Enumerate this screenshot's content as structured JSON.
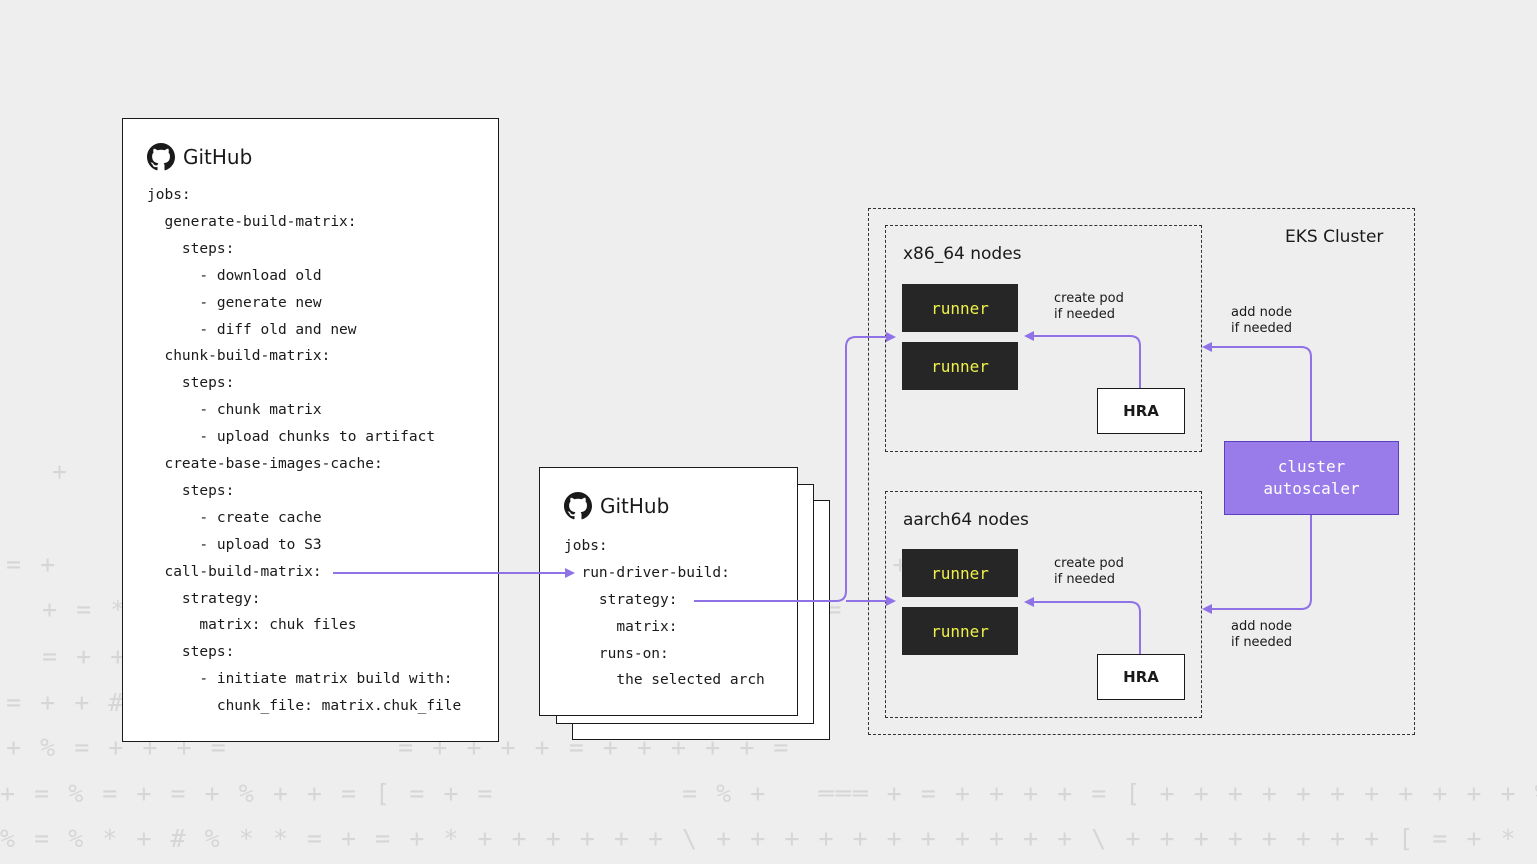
{
  "colors": {
    "background": "#eeeeee",
    "arrow": "#8f72e6",
    "autoscaler_fill": "#9a7bea",
    "runner_fill": "#262626",
    "runner_text": "#f0f04a"
  },
  "workflow_card": {
    "brand": "GitHub",
    "icon": "github-icon",
    "lines": [
      "jobs:",
      "  generate-build-matrix:",
      "    steps:",
      "      - download old",
      "      - generate new",
      "      - diff old and new",
      "  chunk-build-matrix:",
      "    steps:",
      "      - chunk matrix",
      "      - upload chunks to artifact",
      "  create-base-images-cache:",
      "    steps:",
      "      - create cache",
      "      - upload to S3",
      "  call-build-matrix:",
      "    strategy:",
      "      matrix: chuk files",
      "    steps:",
      "      - initiate matrix build with:",
      "        chunk_file: matrix.chuk_file"
    ]
  },
  "driver_card": {
    "brand": "GitHub",
    "icon": "github-icon",
    "lines": [
      "jobs:",
      "  run-driver-build:",
      "    strategy:",
      "      matrix:",
      "    runs-on:",
      "      the selected arch"
    ]
  },
  "cluster": {
    "label": "EKS Cluster",
    "x86_group": {
      "label": "x86_64 nodes",
      "runners": [
        "runner",
        "runner"
      ],
      "hra": "HRA",
      "note": [
        "create pod",
        "if needed"
      ]
    },
    "arm_group": {
      "label": "aarch64 nodes",
      "runners": [
        "runner",
        "runner"
      ],
      "hra": "HRA",
      "note": [
        "create pod",
        "if needed"
      ]
    },
    "autoscaler": [
      "cluster",
      "autoscaler"
    ],
    "add_node_top": [
      "add node",
      "if needed"
    ],
    "add_node_bottom": [
      "add node",
      "if needed"
    ]
  },
  "background_symbols": [
    "+",
    "= +                                                 +",
    "+ = *                                     + + =",
    "= + +                                      +",
    "= + + # =                                 + +",
    "+ % = + + + =          = + + + + = + + + + + =",
    "+ = % = + = + % + + = [ = + =           = % +   ═══ + = + + + + = [ + + + + + + + + + + + % * * \" # % * * = * * % + % +  % %",
    "% = % * + # % * * = + = + * + + + + + + \\ + + + + + + + + + + + \\ + + + + + + + + [ = + *  % % + * * * \" % \" # \" \" * # \" *"
  ]
}
